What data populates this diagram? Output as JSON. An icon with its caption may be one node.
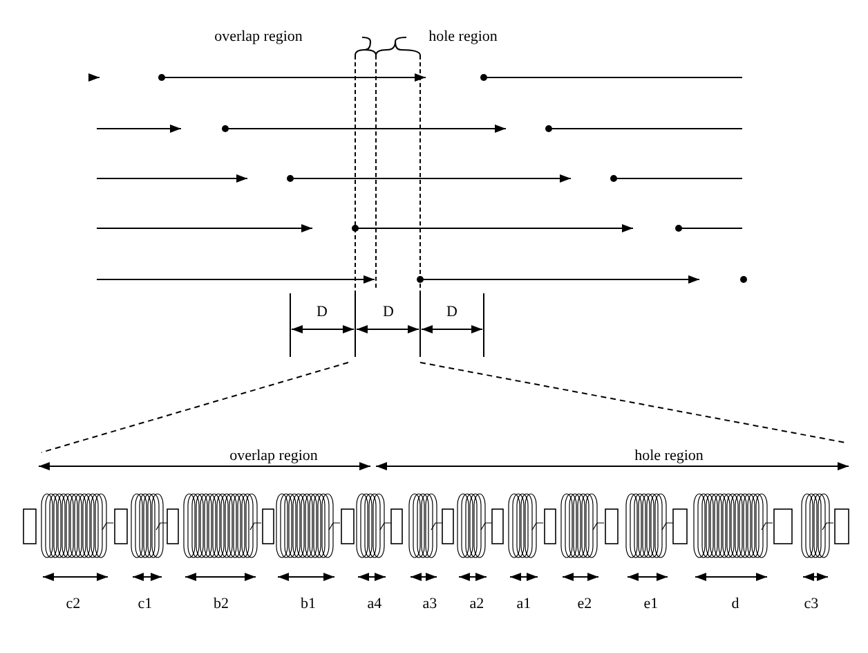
{
  "diagram": {
    "labels": [
      "overlap region",
      "hole region",
      "D",
      "D",
      "D",
      "overlap region",
      "hole region",
      "c2",
      "c1",
      "b2",
      "b1",
      "a4",
      "a3",
      "a2",
      "a1",
      "e2",
      "e1",
      "d",
      "c3"
    ]
  }
}
